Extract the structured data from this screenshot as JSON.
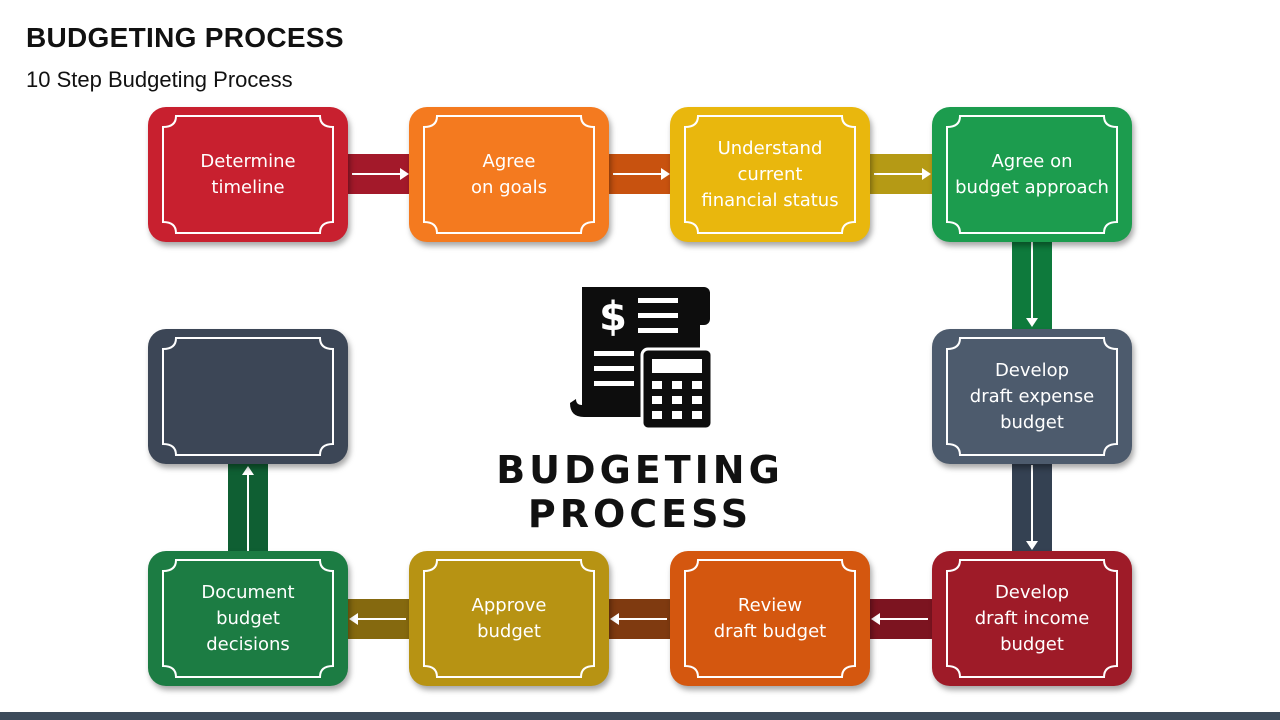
{
  "header": {
    "title": "BUDGETING PROCESS",
    "subtitle": "10 Step Budgeting Process"
  },
  "center": {
    "title": "BUDGETING PROCESS",
    "icon": "receipt-calculator-icon"
  },
  "steps": [
    {
      "label": "Determine\ntimeline",
      "color": "#c8202f"
    },
    {
      "label": "Agree\non goals",
      "color": "#f47a1f"
    },
    {
      "label": "Understand\ncurrent\nfinancial status",
      "color": "#e9b70d"
    },
    {
      "label": "Agree on\nbudget approach",
      "color": "#1c9c4e"
    },
    {
      "label": "Develop\ndraft expense\nbudget",
      "color": "#4d5b6d"
    },
    {
      "label": "Develop\ndraft income\nbudget",
      "color": "#9e1b28"
    },
    {
      "label": "Review\ndraft budget",
      "color": "#d4570f"
    },
    {
      "label": "Approve\nbudget",
      "color": "#b79313"
    },
    {
      "label": "Document\nbudget\ndecisions",
      "color": "#1c7c43"
    },
    {
      "label": "",
      "color": "#3c4656"
    }
  ],
  "connector_colors": [
    "#a3192a",
    "#c8520f",
    "#b59a15",
    "#0e7a3c",
    "#344152",
    "#7c1420",
    "#7f3a10",
    "#85690f",
    "#0f5f33"
  ]
}
